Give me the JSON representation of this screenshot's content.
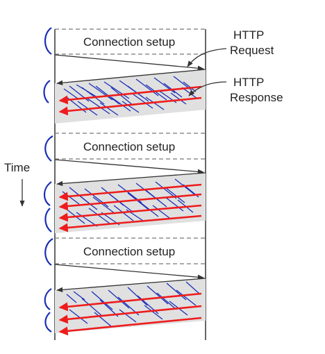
{
  "diagram": {
    "connection_setup_labels": [
      "Connection setup",
      "Connection setup",
      "Connection setup"
    ],
    "request_label": {
      "line1": "HTTP",
      "line2": "Request"
    },
    "response_label": {
      "line1": "HTTP",
      "line2": "Response"
    },
    "time_label": "Time",
    "colors": {
      "line": "#333333",
      "dashed": "#777777",
      "shade": "#e0e0e0",
      "red_arrow": "#ee1c1c",
      "blue_mark": "#1a2fb8"
    }
  }
}
